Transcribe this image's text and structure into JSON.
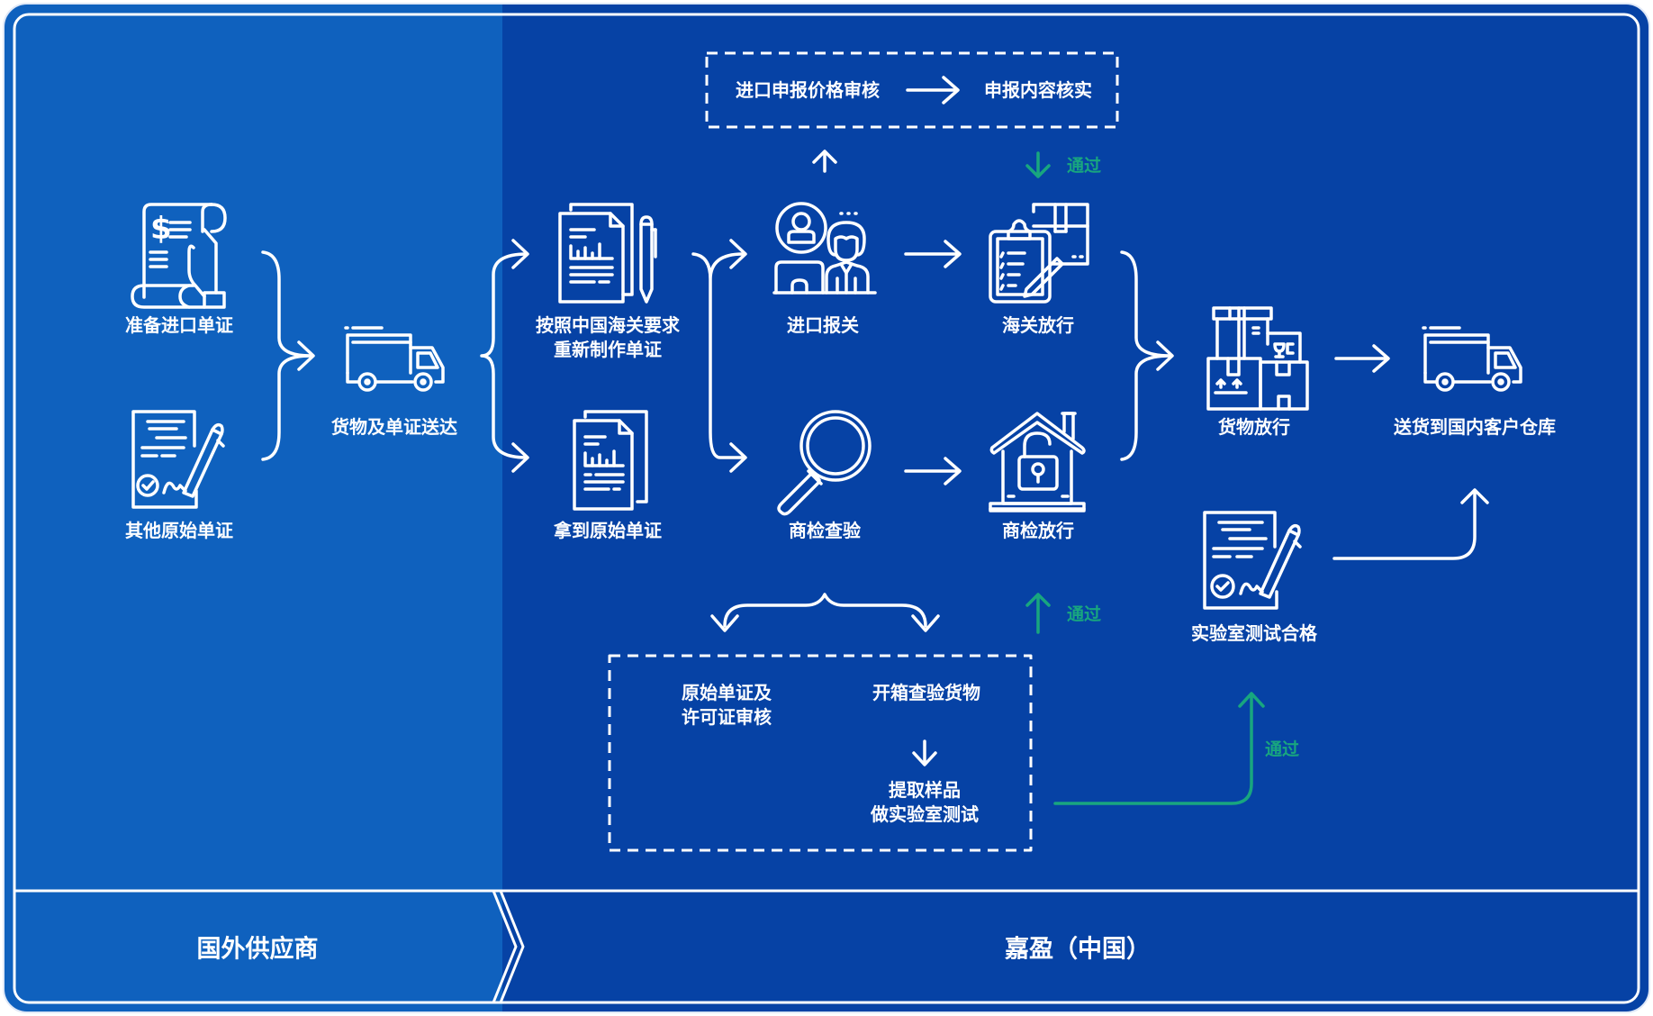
{
  "colors": {
    "supplier_panel": "#0f61be",
    "china_panel": "#0642a5",
    "line": "#ffffff",
    "pass_green": "#18a67f"
  },
  "steps": {
    "prepare_docs": {
      "label": "准备进口单证",
      "icon": "invoice-scroll-icon"
    },
    "other_docs": {
      "label": "其他原始单证",
      "icon": "signed-document-icon"
    },
    "goods_delivered": {
      "label": "货物及单证送达",
      "icon": "delivery-truck-icon"
    },
    "remake_docs": {
      "line1": "按照中国海关要求",
      "line2": "重新制作单证",
      "icon": "report-document-pen-icon"
    },
    "get_original_docs": {
      "label": "拿到原始单证",
      "icon": "report-document-icon"
    },
    "import_declaration": {
      "label": "进口报关",
      "icon": "customs-agent-icon"
    },
    "inspection": {
      "label": "商检查验",
      "icon": "magnifier-icon"
    },
    "customs_release": {
      "label": "海关放行",
      "icon": "clipboard-box-icon"
    },
    "inspection_release": {
      "label": "商检放行",
      "icon": "house-unlock-icon"
    },
    "goods_release": {
      "label": "货物放行",
      "icon": "stacked-boxes-icon"
    },
    "deliver_warehouse": {
      "label": "送货到国内客户仓库",
      "icon": "delivery-truck-icon"
    },
    "lab_pass": {
      "label": "实验室测试合格",
      "icon": "signed-document-icon"
    }
  },
  "customs_review": {
    "step1": "进口申报价格审核",
    "step2": "申报内容核实"
  },
  "inspection_detail": {
    "doc_review_line1": "原始单证及",
    "doc_review_line2": "许可证审核",
    "open_inspect": "开箱查验货物",
    "sample_line1": "提取样品",
    "sample_line2": "做实验室测试"
  },
  "pass_labels": {
    "customs": "通过",
    "inspection": "通过",
    "lab": "通过"
  },
  "footer": {
    "supplier": "国外供应商",
    "china": "嘉盈（中国）"
  }
}
